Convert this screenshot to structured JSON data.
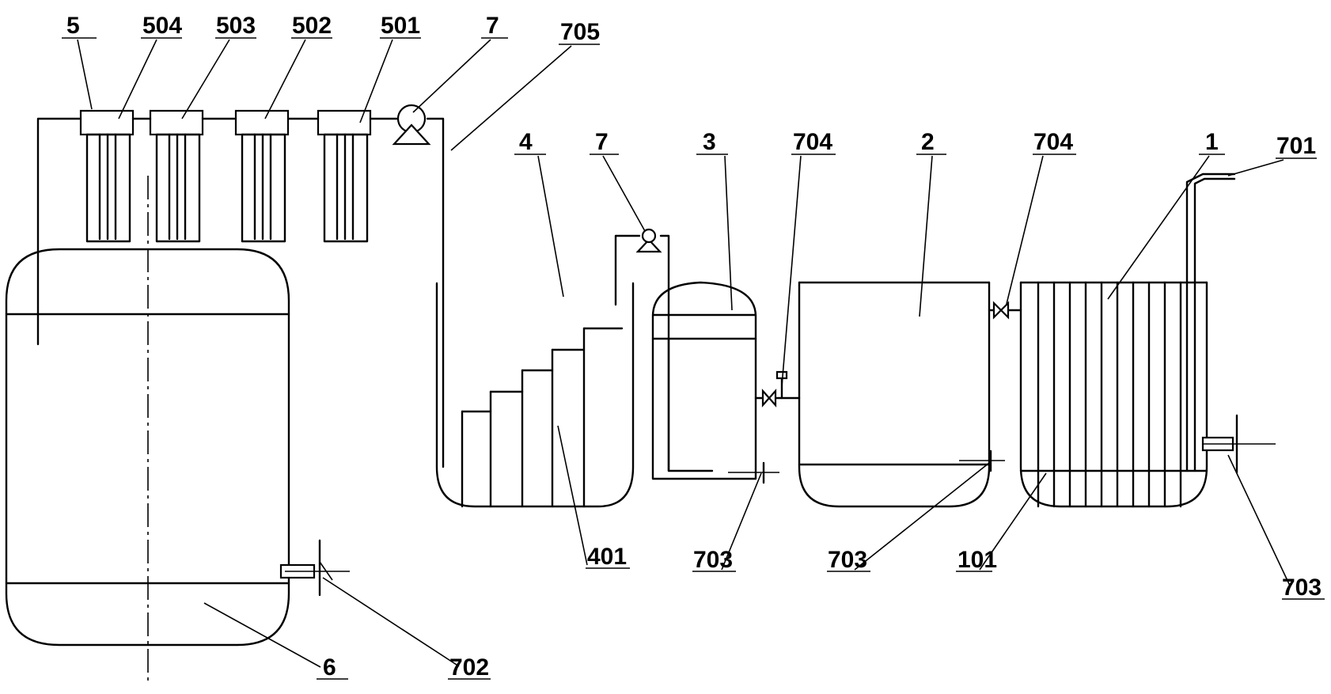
{
  "labels": {
    "l5": "5",
    "l504": "504",
    "l503": "503",
    "l502": "502",
    "l501": "501",
    "l7a": "7",
    "l705": "705",
    "l4": "4",
    "l7b": "7",
    "l3": "3",
    "l704a": "704",
    "l2": "2",
    "l704b": "704",
    "l1": "1",
    "l701": "701",
    "l401": "401",
    "l703a": "703",
    "l703b": "703",
    "l101": "101",
    "l703c": "703",
    "l6": "6",
    "l702": "702"
  }
}
